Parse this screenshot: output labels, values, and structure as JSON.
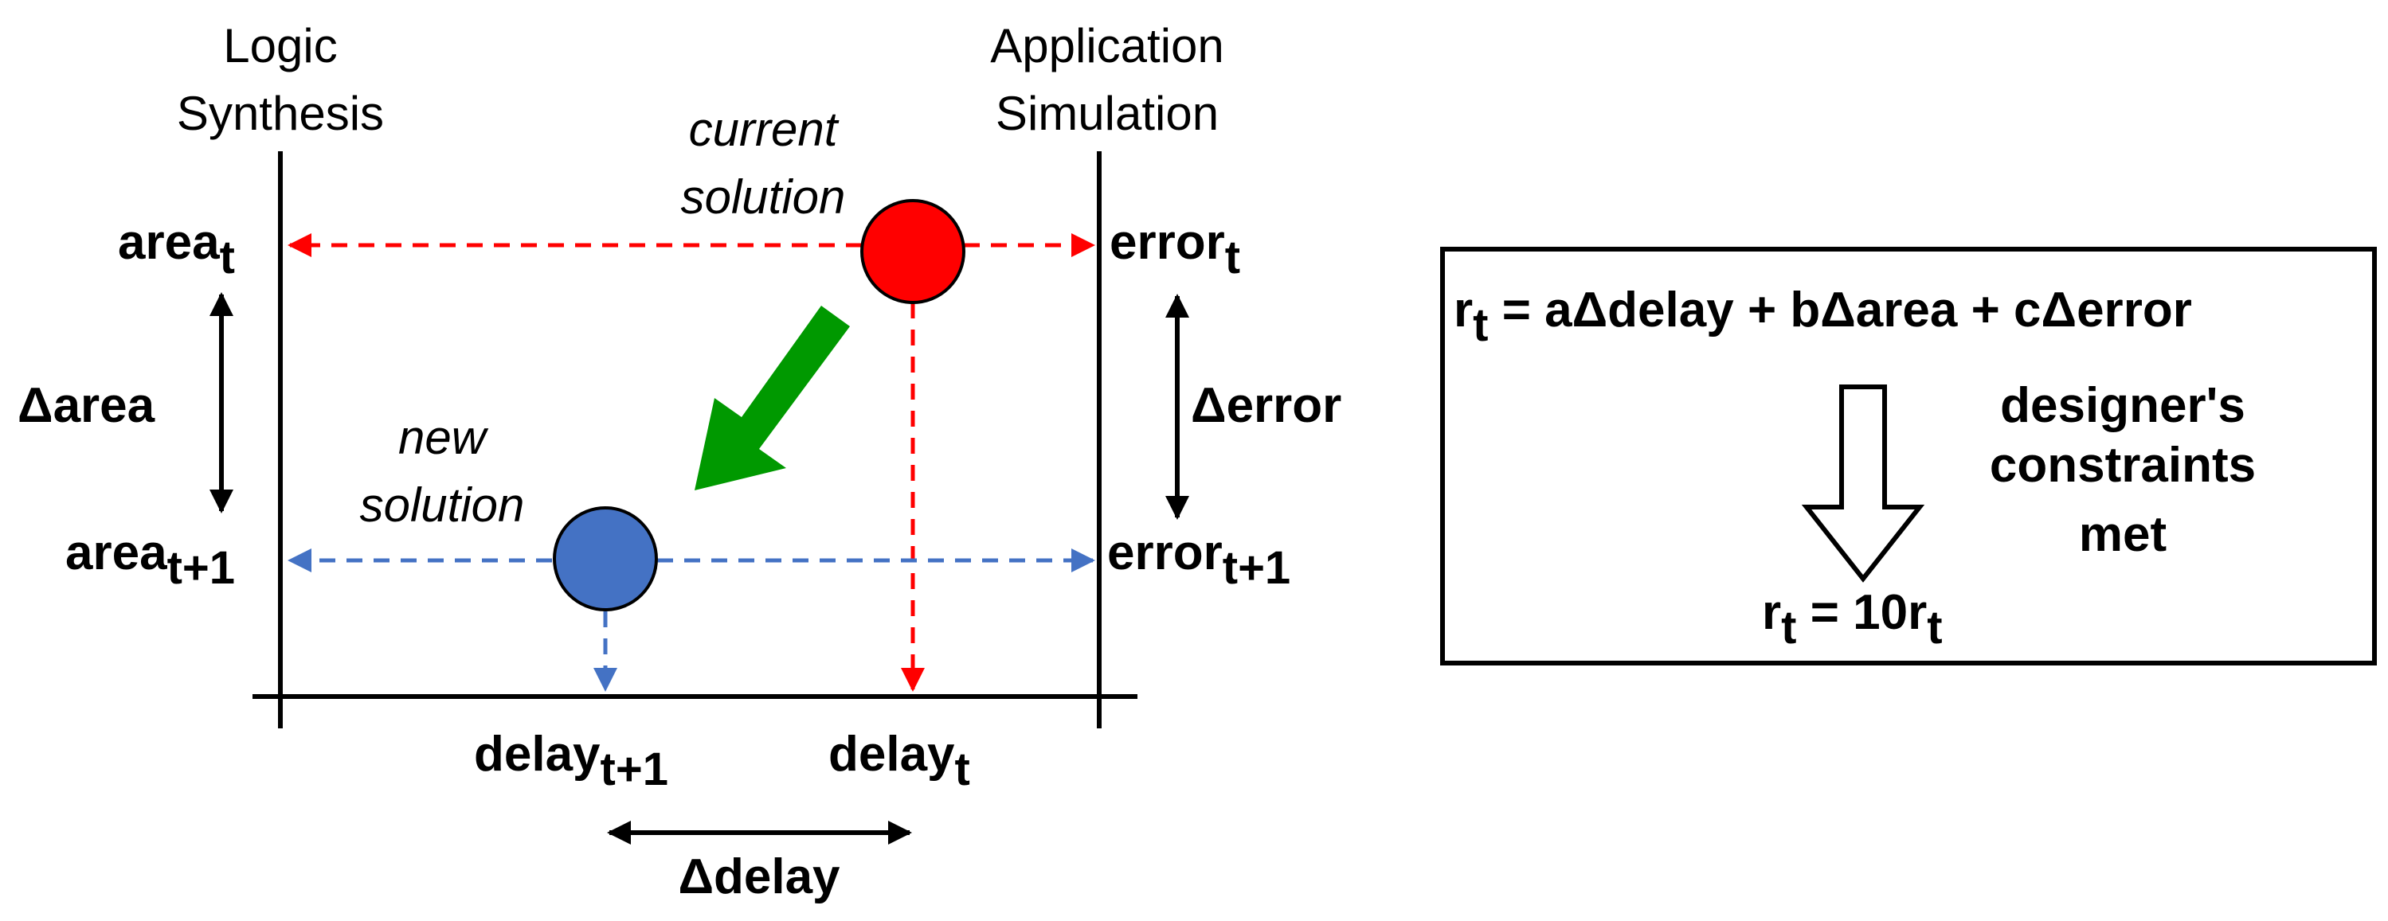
{
  "diagram": {
    "headings": {
      "logic_synthesis": [
        "Logic",
        "Synthesis"
      ],
      "application_simulation": [
        "Application",
        "Simulation"
      ]
    },
    "current_solution": [
      "current",
      "solution"
    ],
    "new_solution": [
      "new",
      "solution"
    ],
    "area": {
      "base": "area",
      "t_sub": "t",
      "t1_sub": "t+1",
      "delta": "Δarea"
    },
    "error": {
      "base": "error",
      "t_sub": "t",
      "t1_sub": "t+1",
      "delta": "Δerror"
    },
    "delay": {
      "base": "delay",
      "t_sub": "t",
      "t1_sub": "t+1",
      "delta": "Δdelay"
    },
    "reward_box": {
      "formula_r": "r",
      "formula_sub": "t",
      "formula_rest": " = aΔdelay + bΔarea + cΔerror",
      "constraint_text": [
        "designer's",
        "constraints",
        "met"
      ],
      "result_r": "r",
      "result_sub": "t",
      "result_mid": " = 10r",
      "result_sub2": "t"
    },
    "colors": {
      "current": "#ff0000",
      "new": "#4472c4",
      "move_arrow": "#009900",
      "axis": "#000000"
    },
    "icons": [
      "red-circle",
      "blue-circle",
      "green-arrow",
      "hollow-down-arrow"
    ]
  }
}
